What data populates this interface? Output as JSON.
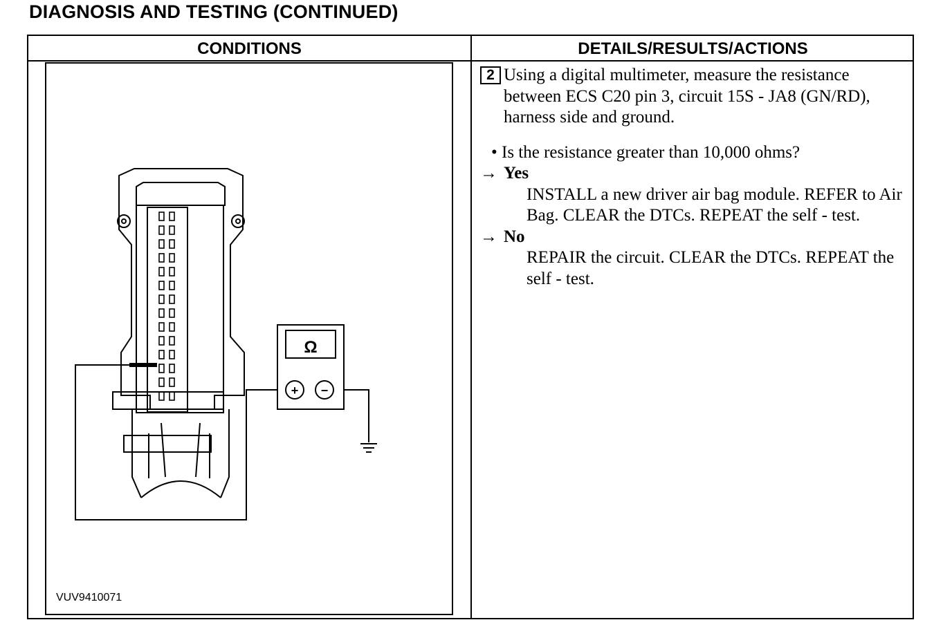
{
  "page_title": "DIAGNOSIS AND TESTING (CONTINUED)",
  "table": {
    "conditions_header": "CONDITIONS",
    "details_header": "DETAILS/RESULTS/ACTIONS"
  },
  "figure": {
    "id": "VUV9410071",
    "meter_symbol": "Ω",
    "positive_terminal": "+",
    "negative_terminal": "−"
  },
  "step": {
    "number": "2",
    "instruction": "Using a digital multimeter, measure the resistance between ECS C20 pin 3, circuit 15S - JA8 (GN/RD), harness side and ground.",
    "question": "• Is the resistance greater than 10,000 ohms?",
    "arrow": "→",
    "yes_label": "Yes",
    "yes_action": "INSTALL a new driver air bag module.   REFER to Air Bag. CLEAR the DTCs. REPEAT the self - test.",
    "no_label": "No",
    "no_action": "REPAIR the circuit. CLEAR the DTCs. REPEAT the self - test."
  }
}
